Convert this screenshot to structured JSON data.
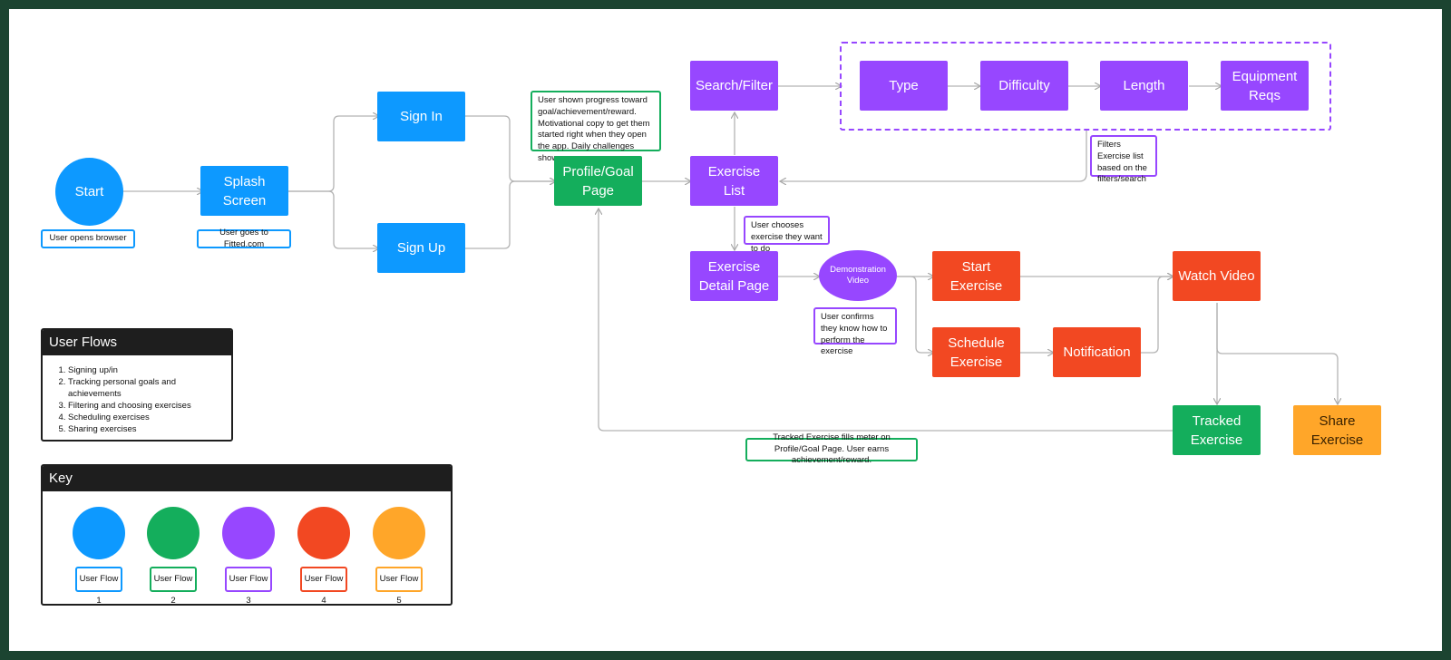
{
  "nodes": {
    "start": "Start",
    "splash": "Splash Screen",
    "signin": "Sign In",
    "signup": "Sign Up",
    "profile": "Profile/Goal Page",
    "search": "Search/Filter",
    "type": "Type",
    "difficulty": "Difficulty",
    "length": "Length",
    "equipment": "Equipment Reqs",
    "exercise_list": "Exercise List",
    "exercise_detail": "Exercise Detail Page",
    "demo_video": "Demonstration Video",
    "start_exercise": "Start Exercise",
    "watch_video": "Watch Video",
    "schedule_exercise": "Schedule Exercise",
    "notification": "Notification",
    "tracked_exercise": "Tracked Exercise",
    "share_exercise": "Share Exercise"
  },
  "notes": {
    "user_opens_browser": "User opens browser",
    "user_goes_to_fitted": "User goes to Fitted.com",
    "progress_note": "User shown progress toward goal/achievement/reward. Motivational copy to get them started right when they open the app. Daily challenges shown.",
    "filters_note": "Filters Exercise list based on the filters/search",
    "chooses_note": "User chooses exercise they want to do",
    "confirms_note": "User confirms they know how to perform the exercise",
    "tracked_note": "Tracked Exercise fills meter on Profile/Goal Page. User earns achievement/reward."
  },
  "user_flows": {
    "title": "User Flows",
    "items": [
      "Signing up/in",
      "Tracking personal goals and achievements",
      "Filtering and choosing exercises",
      "Scheduling exercises",
      "Sharing exercises"
    ]
  },
  "key": {
    "title": "Key",
    "items": [
      {
        "label": "User Flow 1",
        "color": "#0d99ff"
      },
      {
        "label": "User Flow 2",
        "color": "#14ae5c"
      },
      {
        "label": "User Flow 3",
        "color": "#9747ff"
      },
      {
        "label": "User Flow 4",
        "color": "#f24822"
      },
      {
        "label": "User Flow 5",
        "color": "#ffa629"
      }
    ]
  },
  "colors": {
    "flow1": "#0d99ff",
    "flow2": "#14ae5c",
    "flow3": "#9747ff",
    "flow4": "#f24822",
    "flow5": "#ffa629",
    "background": "#1c4431"
  }
}
